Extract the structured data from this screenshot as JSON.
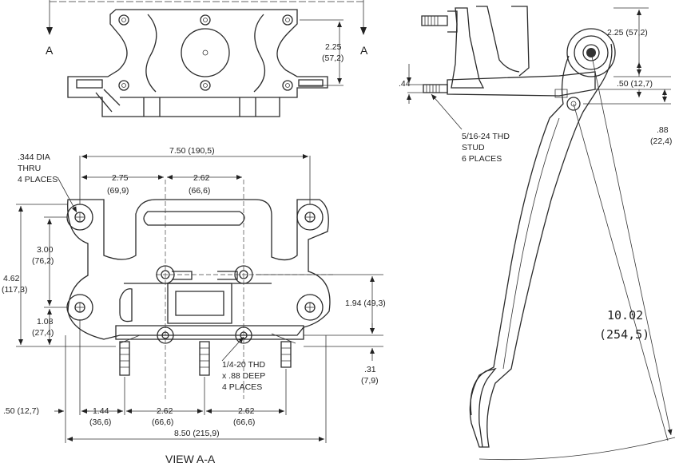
{
  "top_view": {
    "section_marker_left": "A",
    "section_marker_right": "A",
    "dim_height": "2.25",
    "dim_height_mm": "(57,2)"
  },
  "side_view": {
    "dim_top": "2.25 (57,2)",
    "dim_44": ".44",
    "dim_50": ".50 (12,7)",
    "dim_88": ".88",
    "dim_88_mm": "(22,4)",
    "stud_note": [
      "5/16-24 THD",
      "STUD",
      "6 PLACES"
    ],
    "pedal_ratio": "10.02",
    "pedal_ratio_mm": "(254,5)"
  },
  "front_view": {
    "hole_note": [
      ".344 DIA",
      "THRU",
      "4 PLACES"
    ],
    "dim_750": "7.50 (190,5)",
    "dim_275": "2.75",
    "dim_275_mm": "(69,9)",
    "dim_262_top": "2.62",
    "dim_262_top_mm": "(66,6)",
    "dim_300": "3.00",
    "dim_300_mm": "(76,2)",
    "dim_462": "4.62",
    "dim_462_mm": "(117,3)",
    "dim_108": "1.08",
    "dim_108_mm": "(27,4)",
    "dim_194": "1.94 (49,3)",
    "dim_31": ".31",
    "dim_31_mm": "(7,9)",
    "thread_note": [
      "1/4-20 THD",
      "x .88 DEEP",
      "4 PLACES"
    ],
    "dim_50_bottom": ".50 (12,7)",
    "dim_144": "1.44",
    "dim_144_mm": "(36,6)",
    "dim_262_b1": "2.62",
    "dim_262_b1_mm": "(66,6)",
    "dim_262_b2": "2.62",
    "dim_262_b2_mm": "(66,6)",
    "dim_850": "8.50 (215,9)",
    "view_label": "VIEW A-A"
  }
}
